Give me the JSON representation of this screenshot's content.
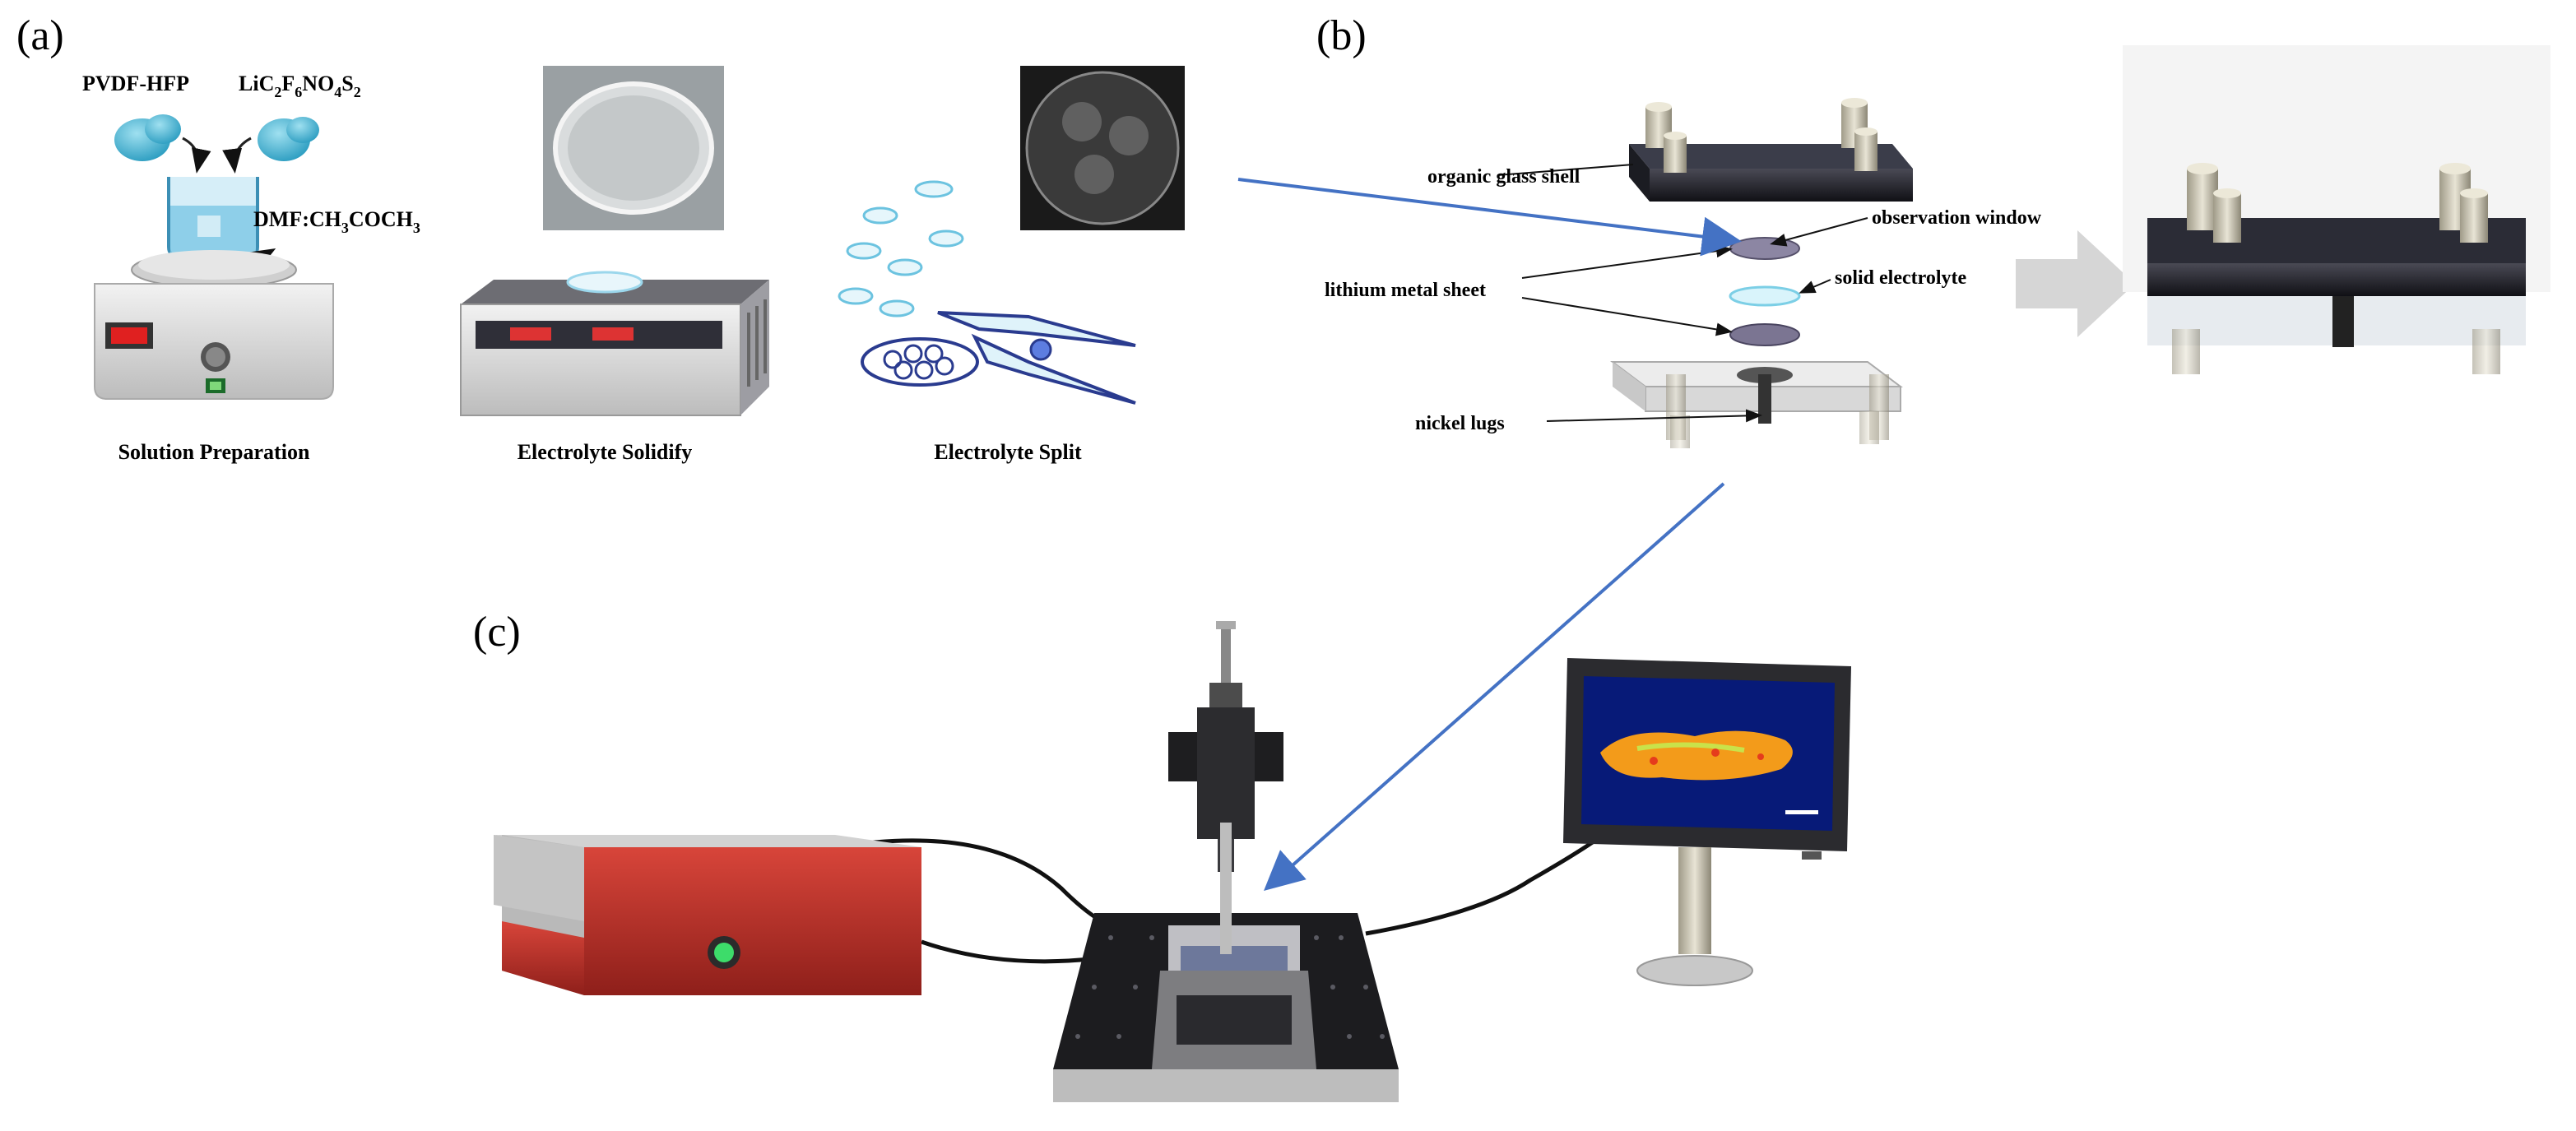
{
  "panels": {
    "a": "(a)",
    "b": "(b)",
    "c": "(c)"
  },
  "panel_a": {
    "polymer": "PVDF-HFP",
    "salt": {
      "base": "LiC",
      "s1": "2",
      "f": "F",
      "s2": "6",
      "no": "NO",
      "s3": "4",
      "s": "S",
      "s4": "2"
    },
    "solvent": {
      "base": "DMF:CH",
      "s1": "3",
      "mid": "COCH",
      "s2": "3"
    },
    "steps": [
      "Solution Preparation",
      "Electrolyte Solidify",
      "Electrolyte Split"
    ]
  },
  "panel_b": {
    "labels": [
      "organic glass shell",
      "observation window",
      "solid electrolyte",
      "lithium metal sheet",
      "nickel lugs"
    ]
  },
  "colors": {
    "arrow_blue": "#4472c4",
    "chassis_red": "#c0312b",
    "status_led": "#3ddc6a",
    "spectrum_orange": "#f39b1a"
  },
  "icons": [
    "pellet-icon",
    "beaker-icon",
    "stirrer-icon",
    "balance-icon",
    "petri-dish-photo",
    "punch-cutter-icon",
    "cell-exploded-view",
    "assembled-cell",
    "microscope",
    "power-supply",
    "monitor",
    "optical-table"
  ]
}
